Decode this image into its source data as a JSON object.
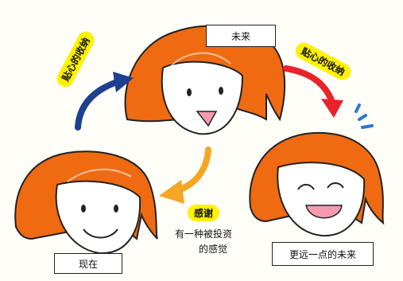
{
  "labels": {
    "future": "未来",
    "present": "现在",
    "further_future": "更远一点的未来"
  },
  "edges": {
    "present_to_future": "贴心的收纳",
    "future_to_further": "贴心的收纳",
    "back_to_present": {
      "tag": "感谢",
      "line1": "有一种被投资",
      "line2": "的感觉"
    }
  },
  "colors": {
    "hair": "#f06a12",
    "arrow_blue": "#1f3f8f",
    "arrow_red": "#e8232a",
    "arrow_orange": "#f5a623",
    "highlight": "#fff200",
    "mouth": "#f59bb0",
    "sparkle": "#2a76d2"
  }
}
